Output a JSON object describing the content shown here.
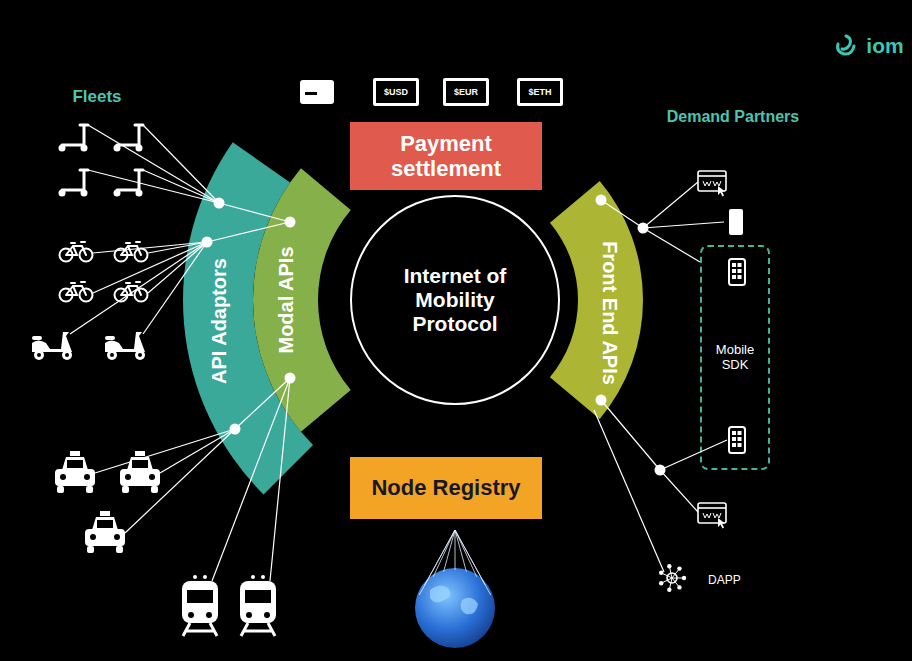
{
  "diagram": {
    "nodes": [
      {
        "text": [
          "Internet of Mobility Protocol"
        ]
      },
      {
        "text": [
          "API Adaptors"
        ]
      },
      {
        "text": [
          "Modal APIs"
        ]
      },
      {
        "text": [
          "Front End APIs"
        ]
      },
      {
        "text": [
          "Payment settlement"
        ]
      },
      {
        "text": [
          "Node Registry"
        ]
      },
      {
        "text": [
          "Mobile SDK"
        ]
      }
    ],
    "edges": [
      {
        "from": 3,
        "to": 6,
        "arrow": "none"
      }
    ],
    "labels": [
      "iom",
      "Fleets",
      "Demand Partners",
      "$USD",
      "$EUR",
      "$ETH",
      "DAPP"
    ]
  }
}
